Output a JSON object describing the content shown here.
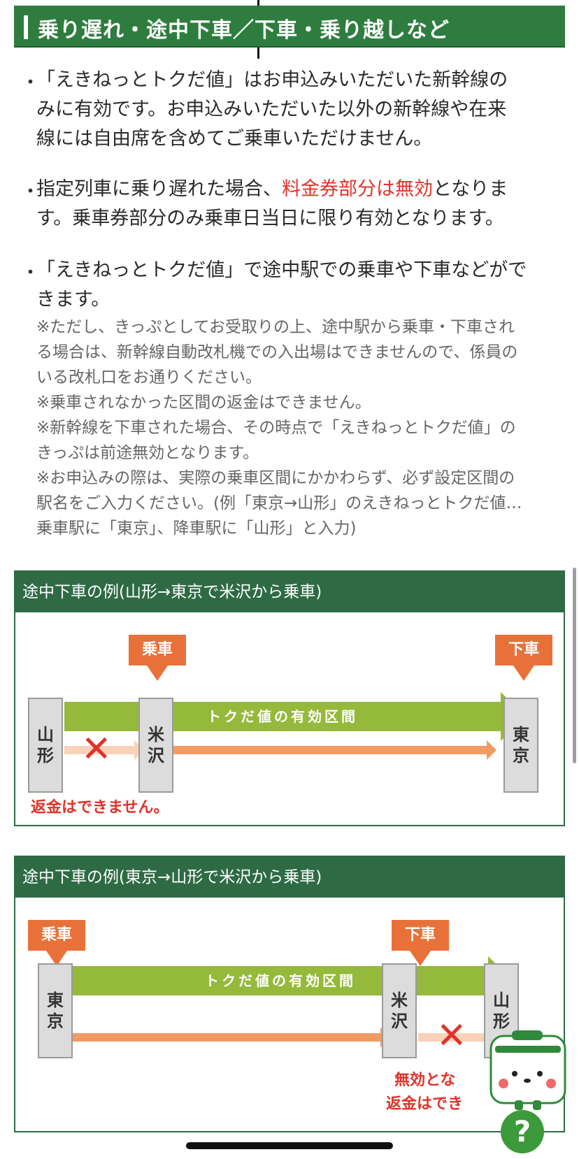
{
  "header": {
    "title": "乗り遅れ・途中下車／下車・乗り越しなど"
  },
  "bullets": [
    {
      "marker": "・",
      "lines": [
        "「えきねっとトクだ値」はお申込みいただいた新幹線の",
        "みに有効です。お申込みいただいた以外の新幹線や在来",
        "線には自由席を含めてご乗車いただけません。"
      ]
    },
    {
      "marker": "・",
      "line1_pre": "指定列車に乗り遅れた場合、",
      "line1_red": "料金券部分は無効",
      "line1_post": "となりま",
      "line2": "す。乗車券部分のみ乗車日当日に限り有効となります。"
    },
    {
      "marker": "・",
      "lines": [
        "「えきねっとトクだ値」で途中駅での乗車や下車などがで",
        "きます。"
      ]
    }
  ],
  "notes": [
    "※ただし、きっぷとしてお受取りの上、途中駅から乗車・下車され",
    "る場合は、新幹線自動改札機での入出場はできませんので、係員の",
    "いる改札口をお通りください。",
    "※乗車されなかった区間の返金はできません。",
    "※新幹線を下車された場合、その時点で「えきねっとトクだ値」の",
    "きっぷは前途無効となります。",
    "※お申込みの際は、実際の乗車区間にかかわらず、必ず設定区間の",
    "駅名をご入力ください。(例「東京→山形」のえきねっとトクだ値…",
    "乗車駅に「東京」、降車駅に「山形」と入力)"
  ],
  "example1": {
    "title": "途中下車の例(山形→東京で米沢から乗車)",
    "board_label": "乗車",
    "alight_label": "下車",
    "valid_section": "トクだ値の有効区間",
    "station_a": [
      "山",
      "形"
    ],
    "station_b": [
      "米",
      "沢"
    ],
    "station_c": [
      "東",
      "京"
    ],
    "no_refund": "返金はできません。"
  },
  "example2": {
    "title": "途中下車の例(東京→山形で米沢から乗車)",
    "board_label": "乗車",
    "alight_label": "下車",
    "valid_section": "トクだ値の有効区間",
    "station_a": [
      "東",
      "京"
    ],
    "station_b": [
      "米",
      "沢"
    ],
    "station_c": [
      "山",
      "形"
    ],
    "warning_line1": "無効とな",
    "warning_line2": "返金はでき",
    "warning_tail": "。"
  },
  "help_button": {
    "label": "?"
  },
  "colors": {
    "header_green": "#2e7d3e",
    "panel_green": "#2e6b45",
    "valid_arrow": "#95b93a",
    "ride_arrow": "#f29a63",
    "callout": "#e8713a",
    "warning_red": "#e0332a"
  }
}
